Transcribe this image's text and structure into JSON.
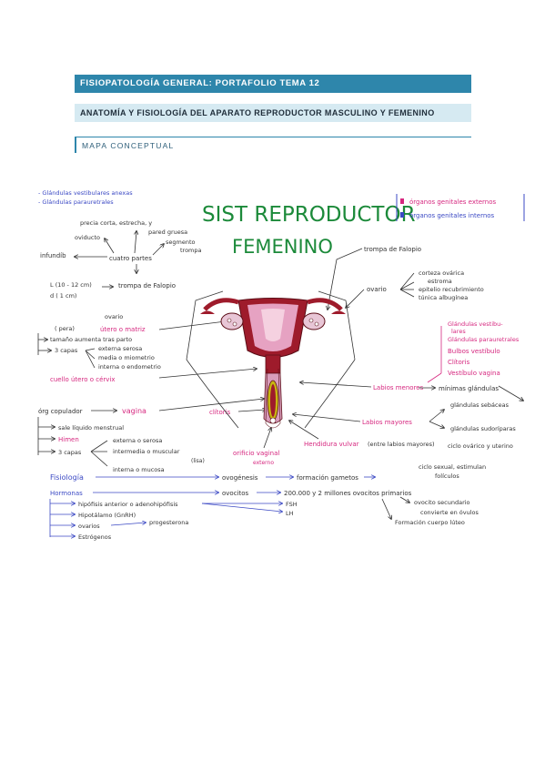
{
  "header": {
    "title": "FISIOPATOLOGÍA GENERAL: PORTAFOLIO TEMA 12",
    "subtitle": "ANATOMÍA Y FISIOLOGÍA DEL APARATO REPRODUCTOR MASCULINO Y FEMENINO",
    "section": "MAPA CONCEPTUAL"
  },
  "map": {
    "title_line1": "SIST REPRODUCTOR",
    "title_line2": "FEMENINO",
    "legend": [
      {
        "text": "órganos genitales externos",
        "color": "#d6277f"
      },
      {
        "text": "órganos genitales internos",
        "color": "#3b49c4"
      }
    ],
    "top_left_blue": [
      "- Glándulas vestibulares anexas",
      "- Glándulas parauretrales"
    ],
    "oviduct_parts": [
      "precia corta, estrecha, y",
      "oviducto",
      "pared gruesa",
      "segmento",
      "trompa"
    ],
    "cuatro_partes": "cuatro partes",
    "infundibulo": "infundíb",
    "trompa_dims": [
      "L (10 - 12 cm)",
      "d ( 1 cm)"
    ],
    "trompa_falopio_left": "trompa de Falopio",
    "ovario_small": "ovario",
    "pera": "( pera)",
    "utero": "útero o matriz",
    "utero_items": [
      "tamaño aumenta tras parto",
      "3 capas",
      "externa serosa",
      "media o miometrio",
      "interna o endometrio"
    ],
    "cuello": "cuello útero o cérvix",
    "trompa_falopio_right": "trompa de Falopio",
    "ovario_right": "ovario",
    "ovario_items": [
      "corteza ovárica",
      "estroma",
      "epitelio recubrimiento",
      "túnica albugínea"
    ],
    "pink_right": [
      "Glándulas vestibu-",
      "lares",
      "Glándulas parauretrales",
      "Bulbos vestíbulo",
      "Clítoris",
      "Vestíbulo vagina"
    ],
    "labios_menores": "Labios menores",
    "minimas_glandulas": "mínimas glándulas",
    "org_copulador": "órg copulador",
    "vagina": "vagina",
    "vagina_items": [
      "sale líquido menstrual",
      "Himen",
      "3 capas"
    ],
    "vagina_layers": [
      "externa o serosa",
      "intermedia o muscular",
      "(lisa)",
      "interna o mucosa"
    ],
    "clitoris": "clítoris",
    "orificio_vaginal": "orificio vaginal",
    "externo": "externo",
    "hendidura_vulvar": "Hendidura vulvar",
    "entre_labios": "(entre labios mayores)",
    "labios_mayores": "Labios mayores",
    "mayores_items": [
      "glándulas sudoríparas",
      "glándulas sebáceas"
    ],
    "ciclo_ovarico": "ciclo ovárico y uterino",
    "ciclo_sexual": "ciclo sexual, estimulan",
    "foliculos": "folículos",
    "fisiologia": "Fisiología",
    "ovogenesis": "ovogénesis",
    "formacion_gametos": "formación gametos",
    "hormonas": "Hormonas",
    "hormonas_items": [
      "hipófisis anterior o adenohipófisis",
      "Hipotálamo (GnRH)",
      "ovarios",
      "Estrógenos"
    ],
    "progesterona": "progesterona",
    "ovocitos": "ovocitos",
    "millones": "200.000 y 2 millones ovocitos primarios",
    "ovocito_secundario": "ovocito secundario",
    "convierte": "convierte en óvulos",
    "fsh": "FSH",
    "lh": "LH",
    "cuerpo_luteo": "Formación cuerpo lúteo"
  }
}
